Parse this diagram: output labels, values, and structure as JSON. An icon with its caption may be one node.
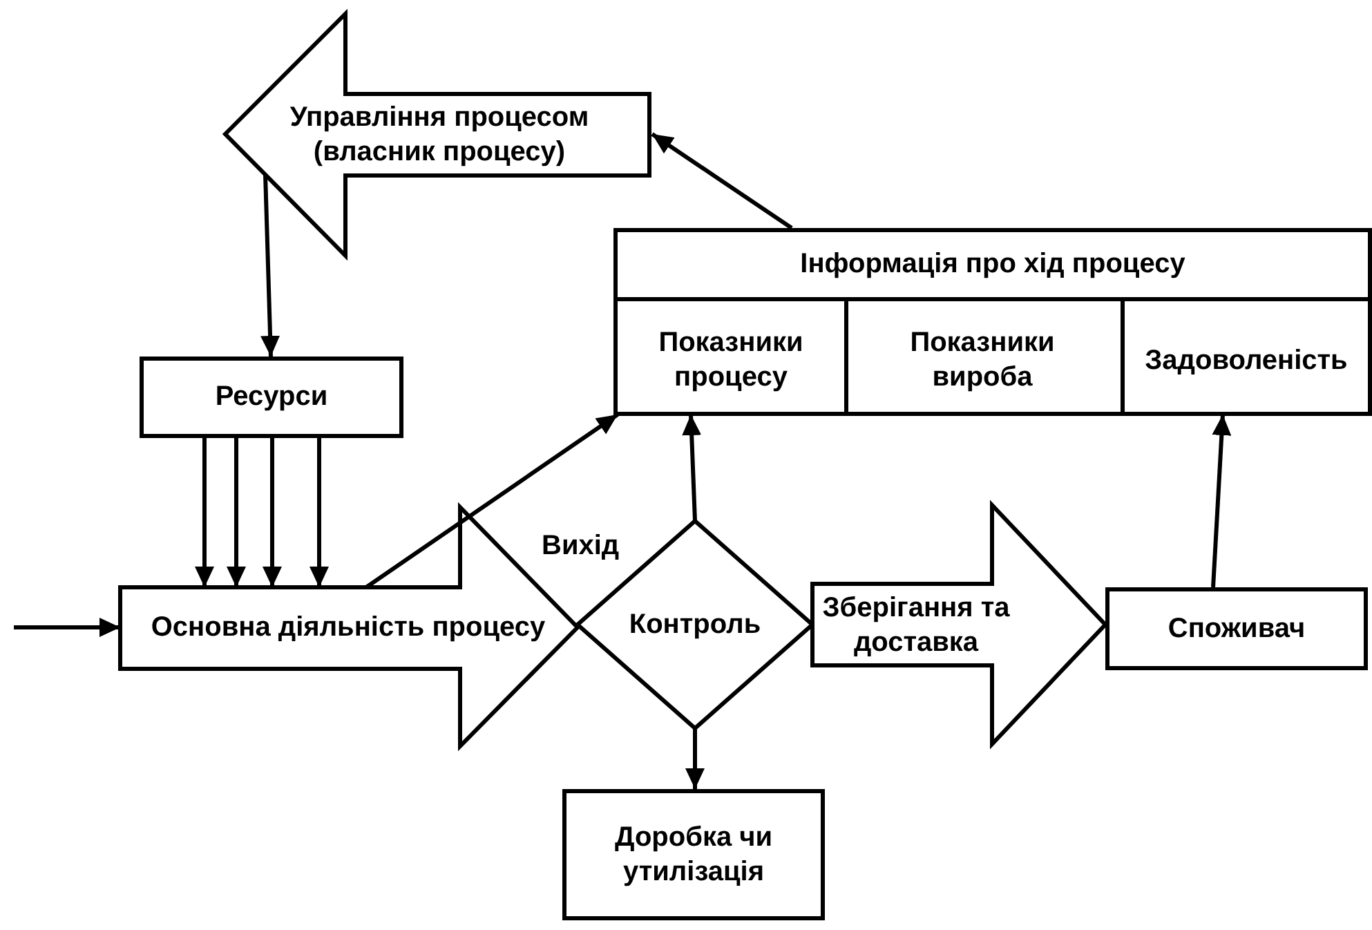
{
  "diagram": {
    "nodes": [
      {
        "text": [
          "Управління процесом (власник процесу)"
        ]
      },
      {
        "text": [
          "Інформація про хід процесу"
        ]
      },
      {
        "text": [
          "Показники процесу"
        ],
        "in": 1
      },
      {
        "text": [
          "Показники вироба"
        ],
        "in": 1
      },
      {
        "text": [
          "Задоволеність"
        ],
        "in": 1
      },
      {
        "text": [
          "Ресурси"
        ]
      },
      {
        "text": [
          "Основна діяльність процесу"
        ]
      },
      {
        "text": [
          "Контроль"
        ]
      },
      {
        "text": [
          "Споживач"
        ]
      },
      {
        "text": [
          "Доробка чи утилізація"
        ]
      }
    ],
    "edges": [
      {
        "from": null,
        "to": 6,
        "arrow": "to"
      },
      {
        "from": 5,
        "to": 6,
        "arrow": "to"
      },
      {
        "from": 5,
        "to": 6,
        "arrow": "to"
      },
      {
        "from": 5,
        "to": 6,
        "arrow": "to"
      },
      {
        "from": 5,
        "to": 6,
        "arrow": "to"
      },
      {
        "from": 0,
        "to": 5,
        "arrow": "to"
      },
      {
        "from": 1,
        "to": 0,
        "arrow": "to"
      },
      {
        "from": 6,
        "to": 2,
        "arrow": "to"
      },
      {
        "from": 7,
        "to": 2,
        "arrow": "to"
      },
      {
        "from": 8,
        "to": 4,
        "arrow": "to"
      },
      {
        "from": 7,
        "to": 9,
        "arrow": "to"
      },
      {
        "from": 7,
        "to": 8,
        "arrow": "to",
        "label": "Зберігання та доставка"
      }
    ],
    "labels": [
      "Вихід"
    ]
  }
}
